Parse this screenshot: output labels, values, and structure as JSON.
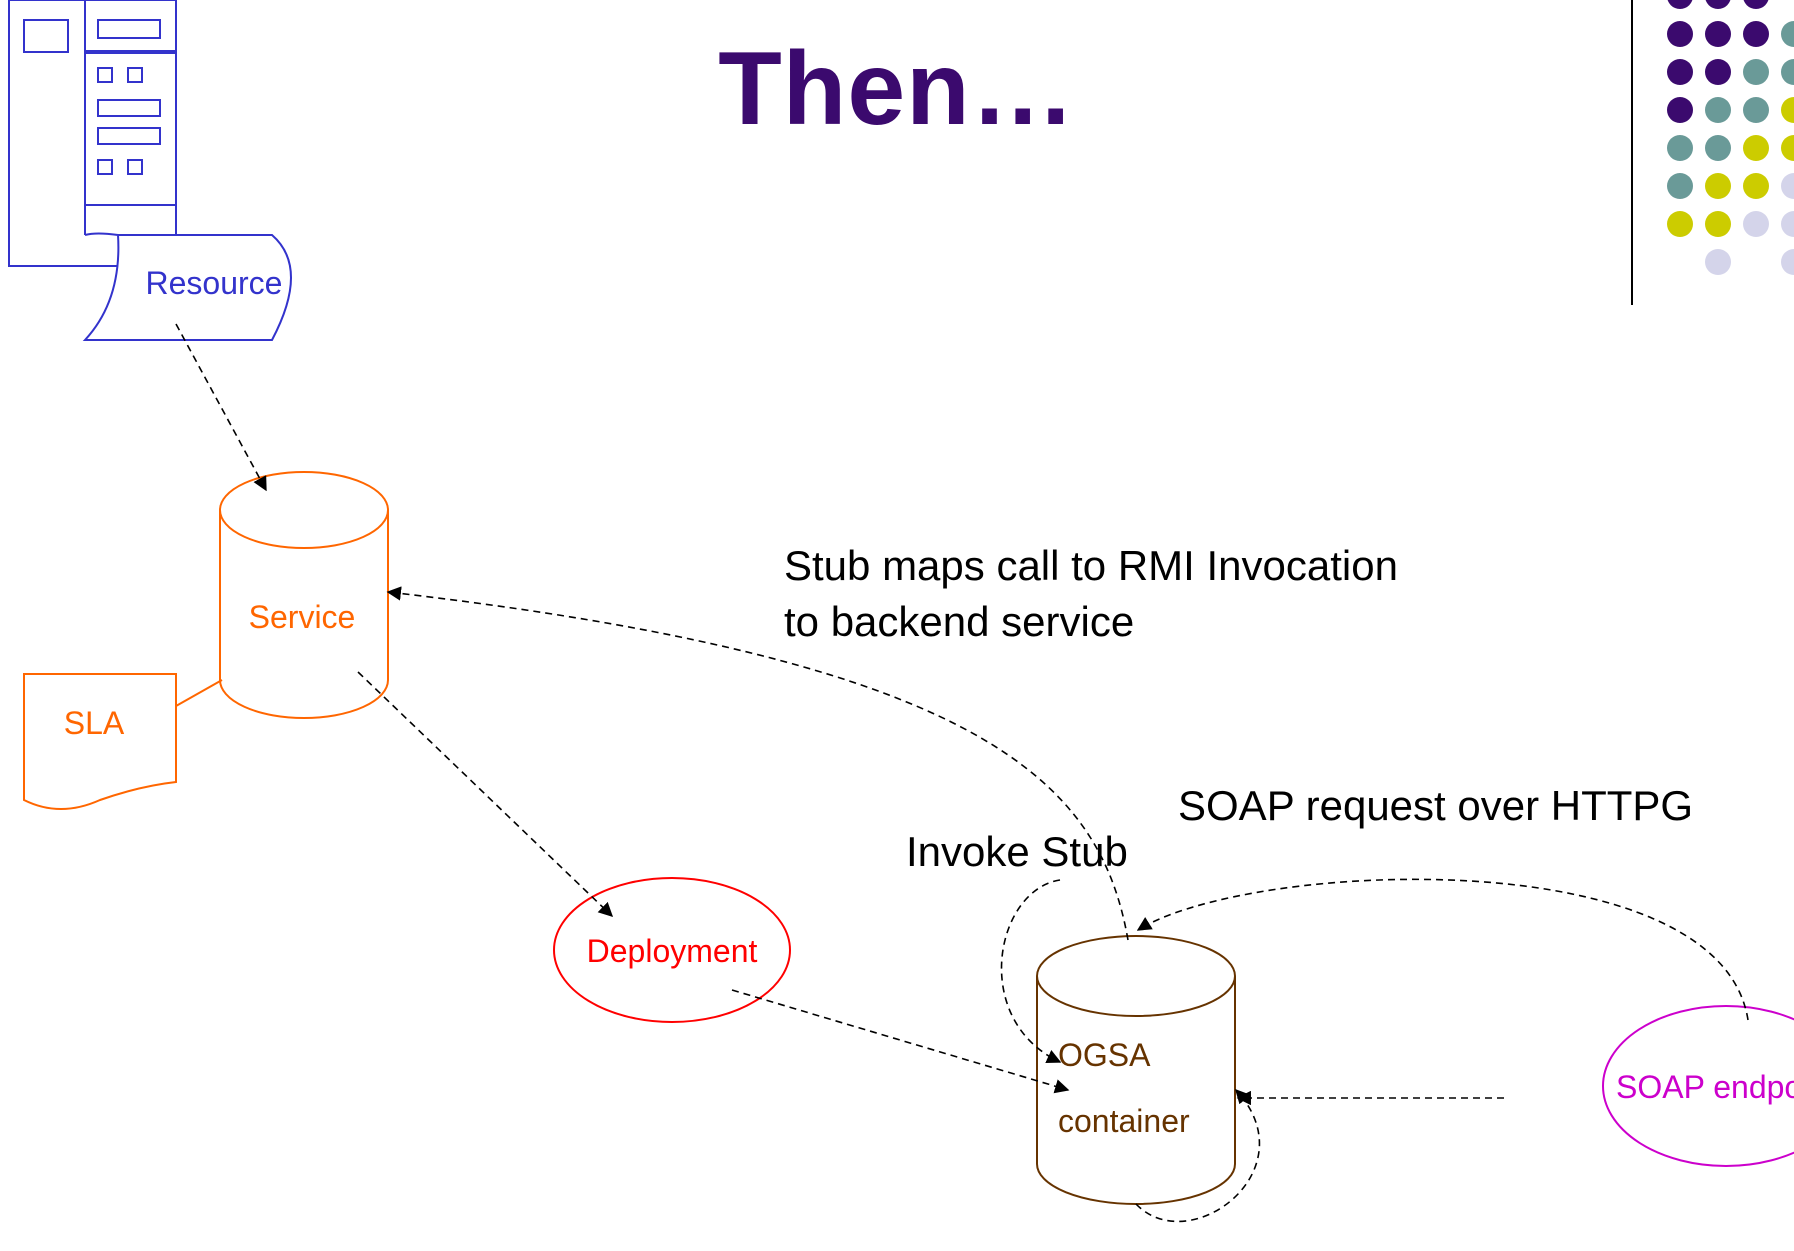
{
  "title": "Then…",
  "nodes": {
    "resource": "Resource",
    "service": "Service",
    "sla": "SLA",
    "deployment": "Deployment",
    "ogsa_line1": "OGSA",
    "ogsa_line2": "container",
    "soap_endpoint": "SOAP endpoint"
  },
  "annotations": {
    "stub_maps_line1": "Stub maps call to RMI Invocation",
    "stub_maps_line2": "to backend service",
    "soap_request": "SOAP request over HTTPG",
    "invoke_stub": "Invoke Stub"
  },
  "colors": {
    "title": "#3b0a6e",
    "resource": "#3333cc",
    "service": "#ff6600",
    "deployment": "#ff0000",
    "ogsa": "#663300",
    "soap_endpoint": "#cc00cc",
    "dot_purple": "#3b0a6e",
    "dot_teal": "#6a9a98",
    "dot_yellow": "#cccc00",
    "dot_lavender": "#d4d4ea"
  }
}
